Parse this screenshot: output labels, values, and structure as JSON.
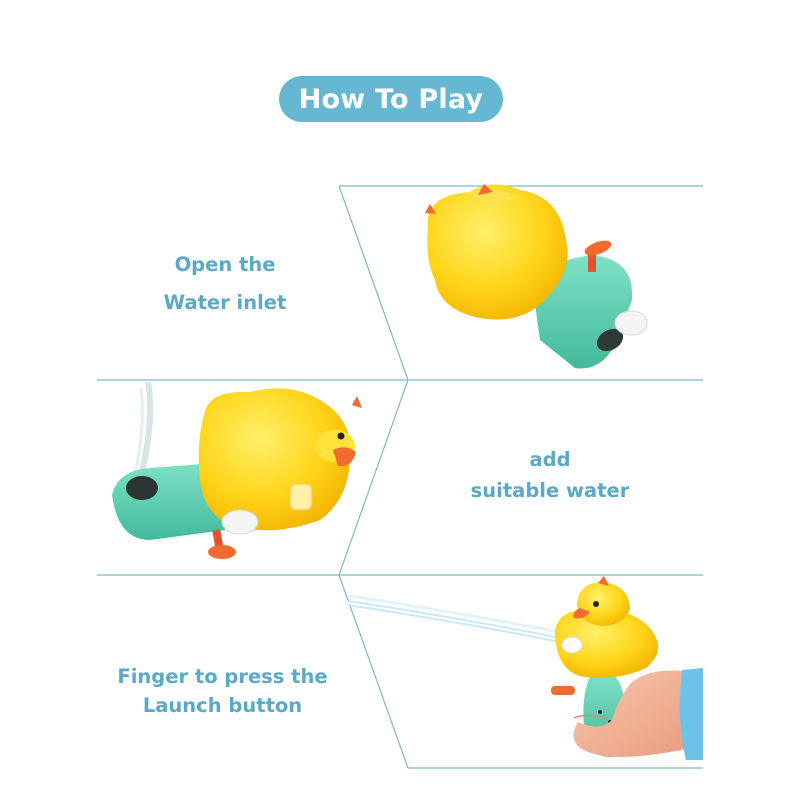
{
  "header": {
    "title": "How To Play"
  },
  "steps": [
    {
      "line1": "Open the",
      "line2": "Water inlet"
    },
    {
      "line1": "add",
      "line2": "suitable water"
    },
    {
      "line1": "Finger to press the",
      "line2": "Launch button"
    }
  ],
  "colors": {
    "accent": "#66b8d2",
    "text": "#5aa9c6",
    "duck_yellow": "#ffd51a",
    "body_teal": "#5fd0b4",
    "beak_orange": "#f26a2e",
    "skin": "#f3b497",
    "sleeve": "#6ec2e8"
  }
}
